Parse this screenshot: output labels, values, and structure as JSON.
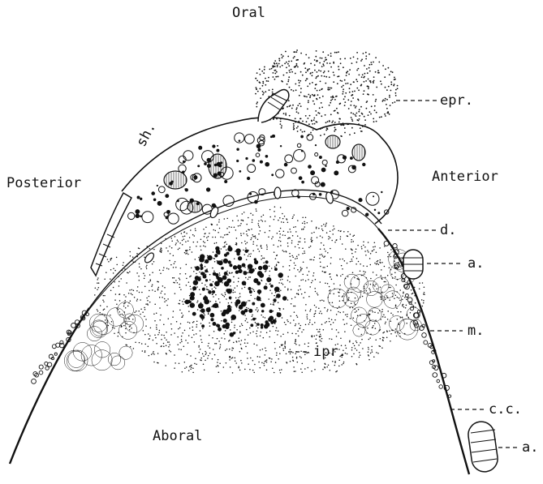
{
  "orientation": {
    "oral": "Oral",
    "aboral": "Aboral",
    "posterior": "Posterior",
    "anterior": "Anterior"
  },
  "labels": {
    "sh": "sh.",
    "epr": "epr.",
    "d": "d.",
    "a_upper": "a.",
    "m": "m.",
    "ipr": "ipr.",
    "cc": "c.c.",
    "a_lower": "a."
  },
  "colors": {
    "ink": "#111111",
    "background": "#ffffff"
  }
}
